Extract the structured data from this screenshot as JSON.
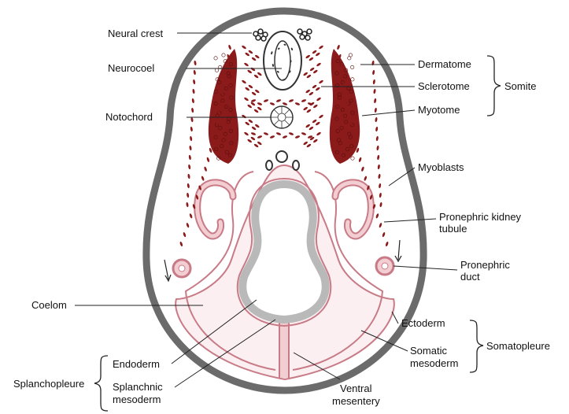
{
  "labels": {
    "neural_crest": "Neural crest",
    "neurocoel": "Neurocoel",
    "notochord": "Notochord",
    "dermatome": "Dermatome",
    "sclerotome": "Sclerotome",
    "myotome": "Myotome",
    "somite": "Somite",
    "myoblasts": "Myoblasts",
    "pronephric_kidney_tubule_1": "Pronephric kidney",
    "pronephric_kidney_tubule_2": "tubule",
    "pronephric_duct_1": "Pronephric",
    "pronephric_duct_2": "duct",
    "coelom": "Coelom",
    "ectoderm": "Ectoderm",
    "somatic_mesoderm_1": "Somatic",
    "somatic_mesoderm_2": "mesoderm",
    "somatopleure": "Somatopleure",
    "endoderm": "Endoderm",
    "splanchnic_mesoderm_1": "Splanchnic",
    "splanchnic_mesoderm_2": "mesoderm",
    "splanchnopleure": "Splanchopleure",
    "ventral_mesentery_1": "Ventral",
    "ventral_mesentery_2": "mesentery"
  },
  "colors": {
    "body_wall": "#6b6b6b",
    "myotome": "#8b1a1a",
    "pink_layer": "#f2cdd2",
    "pink_outline": "#c87b86",
    "endoderm": "#b9b9b9"
  }
}
